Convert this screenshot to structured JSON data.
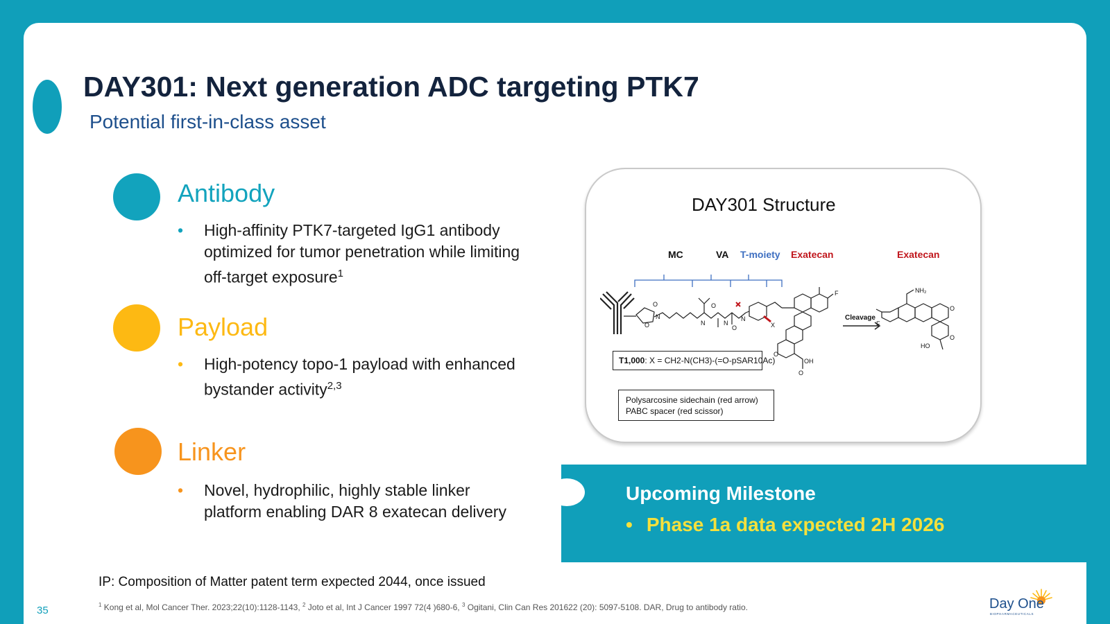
{
  "slide": {
    "title": "DAY301: Next generation ADC targeting PTK7",
    "subtitle": "Potential first-in-class asset",
    "page_number": "35"
  },
  "features": [
    {
      "heading": "Antibody",
      "color": "#12a3bd",
      "bullet": "High-affinity PTK7-targeted IgG1 antibody optimized for tumor penetration while limiting off-target exposure",
      "superscript": "1"
    },
    {
      "heading": "Payload",
      "color": "#fdb913",
      "bullet": "High-potency topo-1 payload with enhanced bystander activity",
      "superscript": "2,3"
    },
    {
      "heading": "Linker",
      "color": "#f7941d",
      "bullet": "Novel, hydrophilic, highly stable linker platform enabling DAR 8 exatecan delivery",
      "superscript": ""
    }
  ],
  "structure": {
    "title": "DAY301 Structure",
    "segments": [
      "MC",
      "VA",
      "T-moiety",
      "Exatecan"
    ],
    "product_label": "Exatecan",
    "arrow_label": "Cleavage",
    "t1000_label": "T1,000",
    "t1000_formula": "X = CH2-N(CH3)-(=O-pSAR10Ac)",
    "note_line1": "Polysarcosine sidechain (red arrow)",
    "note_line2": "PABC spacer (red scissor)",
    "colors": {
      "mc": "#111111",
      "t_moiety": "#3e6fc1",
      "exatecan": "#c0161c",
      "bracket": "#3e6fc1"
    }
  },
  "milestone": {
    "title": "Upcoming Milestone",
    "item": "Phase 1a data expected 2H 2026"
  },
  "ip_note": "IP: Composition of Matter patent term expected 2044, once issued",
  "footnote": {
    "ref1": "Kong et al, Mol Cancer Ther. 2023;22(10):1128-1143,",
    "ref2": "Joto et al, Int J Cancer 1997 72(4 )680-6,",
    "ref3": "Ogitani, Clin Can Res 201622 (20): 5097-5108. DAR, Drug to antibody ratio."
  },
  "logo": {
    "name": "Day One",
    "tagline": "BIOPHARMACEUTICALS"
  },
  "theme": {
    "teal": "#109fba",
    "navy": "#13233d",
    "yellow": "#f5e03c"
  }
}
